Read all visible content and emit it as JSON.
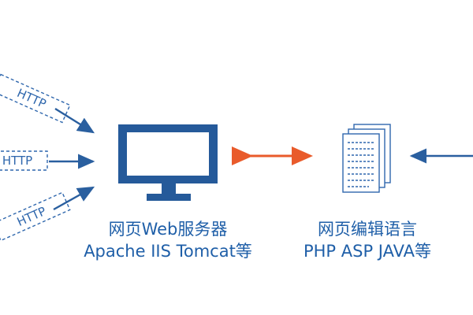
{
  "colors": {
    "primary_blue": "#2a5f9f",
    "text_blue": "#1f5fa8",
    "double_arrow": "#e95b2b",
    "background": "#ffffff"
  },
  "http_tags": [
    {
      "label": "HTTP"
    },
    {
      "label": "HTTP"
    },
    {
      "label": "HTTP"
    }
  ],
  "server": {
    "icon": "monitor-icon",
    "title": "网页Web服务器",
    "subtitle": "Apache IIS Tomcat等"
  },
  "language": {
    "icon": "documents-icon",
    "title": "网页编辑语言",
    "subtitle": "PHP ASP JAVA等"
  }
}
